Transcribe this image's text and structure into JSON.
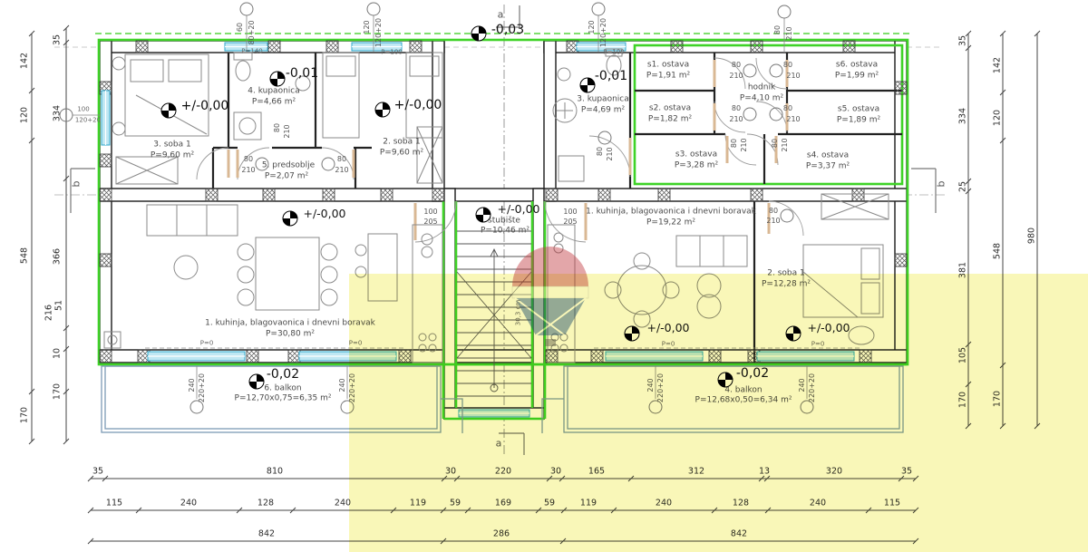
{
  "drawing": {
    "type": "floor-plan"
  },
  "watermark": {
    "re": "RE",
    "slash": "/",
    "max": "MAX"
  },
  "rooms": {
    "left_unit": [
      {
        "name": "3. soba 1",
        "area": "P=9,60 m²"
      },
      {
        "name": "4. kupaonica",
        "area": "P=4,66 m²"
      },
      {
        "name": "5. predsoblje",
        "area": "P=2,07 m²"
      },
      {
        "name": "2. soba 1",
        "area": "P=9,60 m²"
      },
      {
        "name": "1. kuhinja, blagovaonica i dnevni boravak",
        "area": "P=30,80 m²"
      },
      {
        "name": "6. balkon",
        "area": "P=12,70x0,75=6,35 m²"
      }
    ],
    "right_unit": [
      {
        "name": "3. kupaonica",
        "area": "P=4,69 m²"
      },
      {
        "name": "s1. ostava",
        "area": "P=1,91 m²"
      },
      {
        "name": "s2. ostava",
        "area": "P=1,82 m²"
      },
      {
        "name": "s3. ostava",
        "area": "P=3,28 m²"
      },
      {
        "name": "s4. ostava",
        "area": "P=3,37 m²"
      },
      {
        "name": "s5. ostava",
        "area": "P=1,89 m²"
      },
      {
        "name": "s6. ostava",
        "area": "P=1,99 m²"
      },
      {
        "name": "hodnik",
        "area": "P=4,10 m²"
      },
      {
        "name": "1. kuhinja, blagovaonica i dnevni boravak",
        "area": "P=19,22 m²"
      },
      {
        "name": "2. soba 1",
        "area": "P=12,28 m²"
      },
      {
        "name": "4. balkon",
        "area": "P=12,68x0,50=6,34 m²"
      }
    ],
    "common": [
      {
        "name": "stubište",
        "area": "P=10,46 m²"
      }
    ]
  },
  "elevations": {
    "zero": "+/-0,00",
    "minus1": "-0,01",
    "minus2": "-0,02",
    "minus3": "-0,03"
  },
  "openings": {
    "w60": "60",
    "w80p20": "80+20",
    "w120": "120",
    "w120p20": "120+20",
    "w100": "100",
    "w240": "240",
    "w220p20": "220+20",
    "d80": "80",
    "d210": "210",
    "d100": "100",
    "d205": "205",
    "p0": "P=0",
    "p100": "P=100",
    "p140": "P=140"
  },
  "stairs": {
    "note": "30,3 cm"
  },
  "sections": {
    "a": "a",
    "b": "b"
  },
  "dimensions": {
    "bottom_row1": [
      "35",
      "810",
      "30",
      "220",
      "30",
      "165",
      "312",
      "13",
      "320",
      "35"
    ],
    "bottom_row2": [
      "115",
      "240",
      "128",
      "240",
      "119",
      "59",
      "169",
      "59",
      "119",
      "240",
      "128",
      "240",
      "115"
    ],
    "bottom_row3": [
      "842",
      "286",
      "842"
    ],
    "left_outer": [
      "142",
      "120",
      "548",
      "170"
    ],
    "left_inner": [
      "35",
      "334",
      "366",
      "216",
      "51",
      "10",
      "170"
    ],
    "right_inner": [
      "35",
      "334",
      "25",
      "381",
      "105",
      "170"
    ],
    "right_mid": [
      "142",
      "120",
      "548",
      "170"
    ],
    "right_outer": [
      "980"
    ]
  }
}
